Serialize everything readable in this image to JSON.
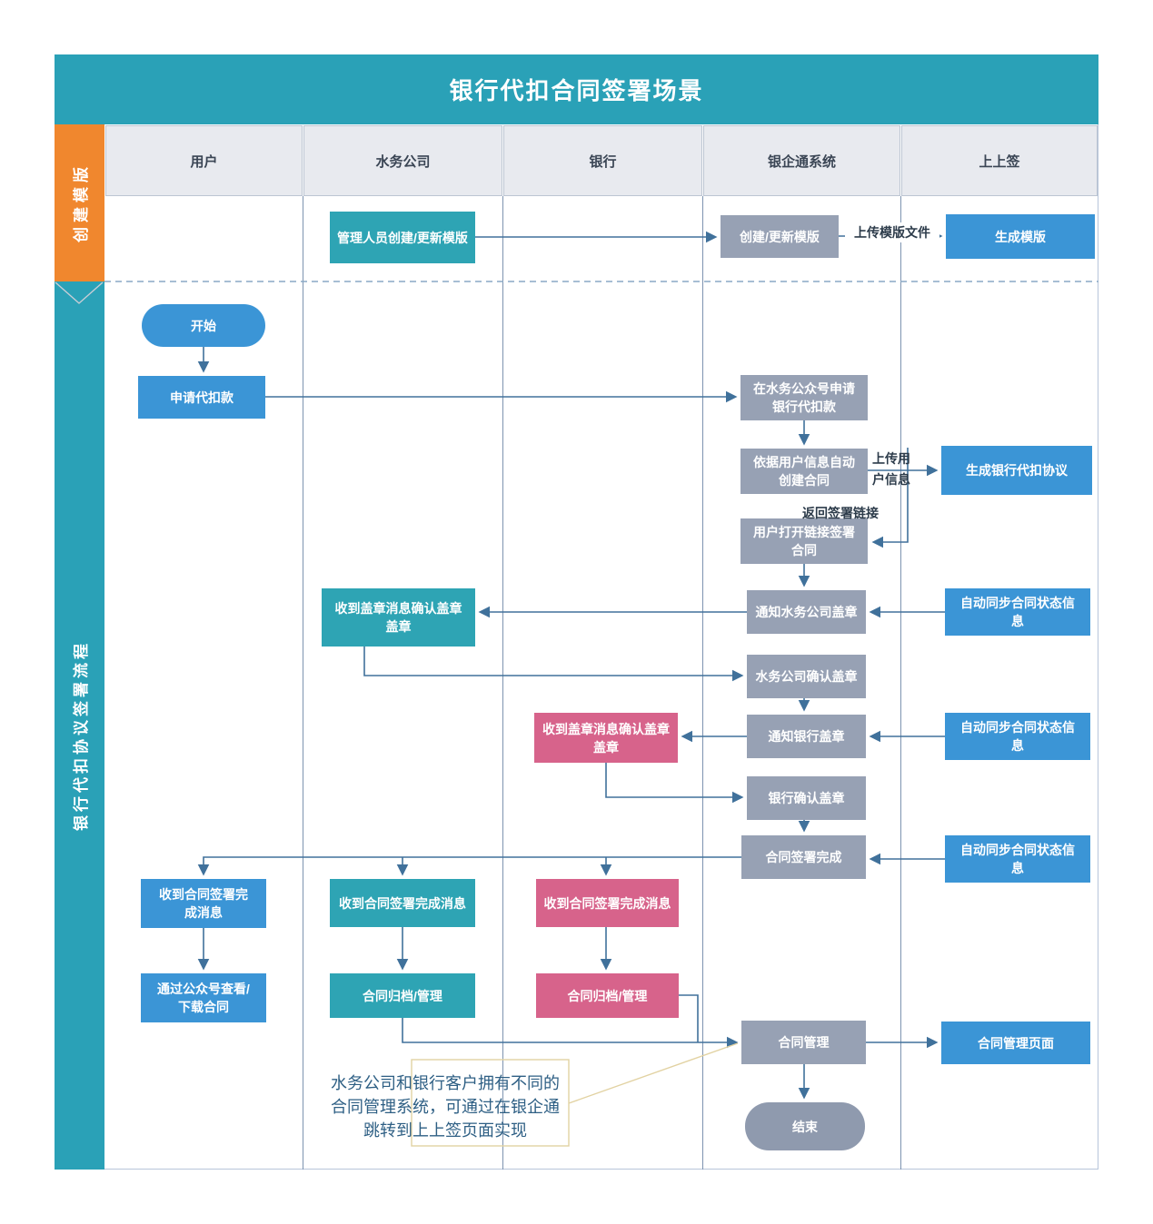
{
  "title": "银行代扣合同签署场景",
  "side_bands": {
    "create_template": "创建模版",
    "sign_flow": "银行代扣协议签署流程"
  },
  "lanes": [
    "用户",
    "水务公司",
    "银行",
    "银企通系统",
    "上上签"
  ],
  "nodes": {
    "tpl_admin": "管理人员创建/更新模版",
    "tpl_create": "创建/更新模版",
    "tpl_generate": "生成模版",
    "start": "开始",
    "apply": "申请代扣款",
    "apply_public": "在水务公众号申请银行代扣款",
    "auto_create": "依据用户信息自动创建合同",
    "gen_agreement": "生成银行代扣协议",
    "open_link": "用户打开链接签署合同",
    "water_seal_msg": "收到盖章消息确认盖章盖章",
    "notify_water": "通知水务公司盖章",
    "sync_status_1": "自动同步合同状态信息",
    "water_confirm": "水务公司确认盖章",
    "bank_seal_msg": "收到盖章消息确认盖章盖章",
    "notify_bank": "通知银行盖章",
    "sync_status_2": "自动同步合同状态信息",
    "bank_confirm": "银行确认盖章",
    "sign_done": "合同签署完成",
    "sync_status_3": "自动同步合同状态信息",
    "user_done": "收到合同签署完成消息",
    "water_done": "收到合同签署完成消息",
    "bank_done": "收到合同签署完成消息",
    "user_view": "通过公众号查看/下载合同",
    "water_archive": "合同归档/管理",
    "bank_archive": "合同归档/管理",
    "contract_mgmt": "合同管理",
    "mgmt_page": "合同管理页面",
    "end": "结束"
  },
  "edge_labels": {
    "upload_template": "上传模版文件",
    "upload_user_info": "上传用户信息",
    "return_sign_link": "返回签署链接"
  },
  "annotation": "水务公司和银行客户拥有不同的合同管理系统，可通过在银企通跳转到上上签页面实现",
  "colors": {
    "header_teal": "#2aa1b7",
    "band_orange": "#f0872e",
    "box_blue": "#3b95d6",
    "box_teal": "#2ea4b4",
    "box_gray": "#97a1b4",
    "box_pink": "#d7638b",
    "end_gray": "#8f9aae",
    "connector_line": "#40719b",
    "annotation_line": "#e2d2a2",
    "annotation_text": "#2e5f84"
  }
}
